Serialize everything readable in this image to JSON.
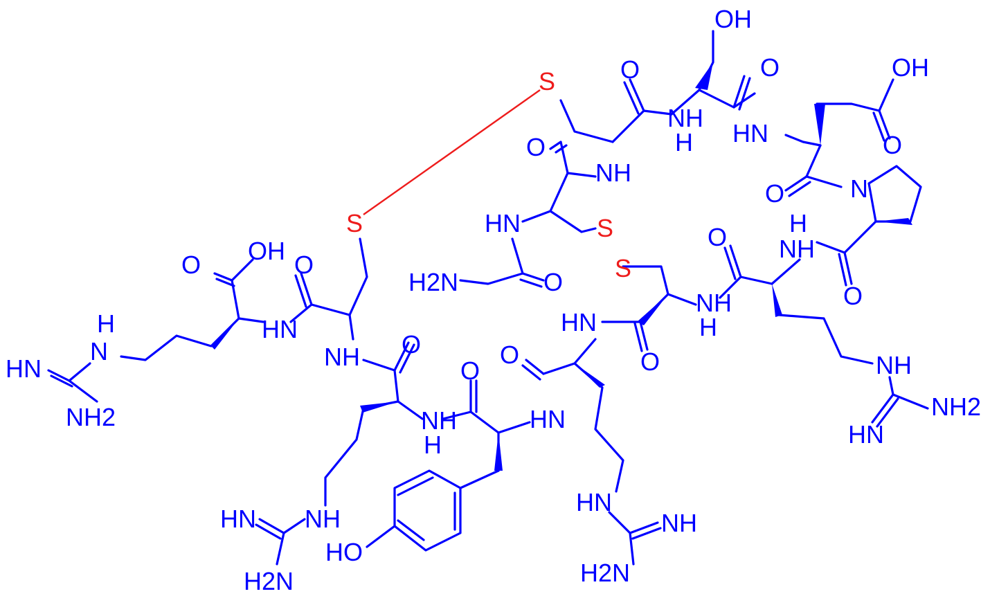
{
  "colors": {
    "atom": "#0000ff",
    "sulfur": "#ee1c1c",
    "background": "#ffffff"
  },
  "labels": {
    "oh_ser": "OH",
    "o_cys2": "O",
    "s_cys2": "S",
    "o_ser_co": "O",
    "nh_ser": "NH",
    "h_ser": "H",
    "oh_asp": "OH",
    "o_asp_side": "O",
    "hn_asp": "HN",
    "o_cys1_co": "O",
    "nh_cys2": "NH",
    "o_asp_co": "O",
    "n_pro": "N",
    "hn_cys1": "HN",
    "s_cys1": "S",
    "s_cys3": "S",
    "h2n_gly": "H2N",
    "o_gly": "O",
    "s_cys4": "S",
    "o_arg_top": "O",
    "nh_arg_top": "NH",
    "h_arg_top": "H",
    "o_pro_co": "O",
    "oh_arg_c": "O",
    "oh_arg_c_h": "OH",
    "o_cys4_co": "O",
    "hn_left": "HN",
    "nh_cys4": "NH",
    "h_cys4": "H",
    "hn_guan_left": "HN",
    "nh_guan_left": "N",
    "nh_guan_left_h": "H",
    "nh2_guan_left": "NH2",
    "hn_cys4n": "HN",
    "o_arg2_co": "O",
    "nh_arg2": "NH",
    "h_arg2": "H",
    "o_tyr_co": "O",
    "nh_tyr": "NH",
    "hn_arg3": "HN",
    "o_arg3_co": "O",
    "o_cys3_co": "O",
    "nh_cys3": "NH",
    "h_cys3": "H",
    "nh_guan_r": "NH",
    "nh2_guan_r": "NH2",
    "hn_guan_r": "HN",
    "hn_guan_b1": "HN",
    "nh_guan_b1": "NH",
    "h2n_guan_b1": "H2N",
    "ho_tyr": "HO",
    "hn_guan_b2": "HN",
    "nh_guan_b2": "NH",
    "h2n_guan_b2": "H2N"
  }
}
